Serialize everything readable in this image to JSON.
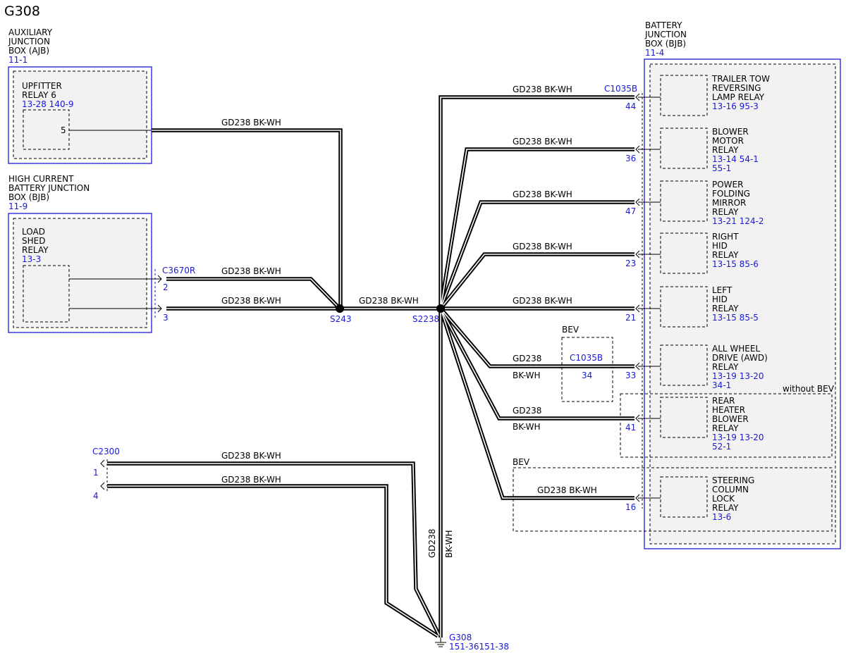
{
  "title": "G308",
  "ajb": {
    "name_lines": [
      "AUXILIARY",
      "JUNCTION",
      "BOX (AJB)"
    ],
    "ref": "11-1",
    "relay_lines": [
      "UPFITTER",
      "RELAY 6"
    ],
    "relay_ref": "13-28 140-9",
    "pin": "5"
  },
  "hcbjb": {
    "name_lines": [
      "HIGH CURRENT",
      "BATTERY JUNCTION",
      "BOX (BJB)"
    ],
    "ref": "11-9",
    "relay_lines": [
      "LOAD",
      "SHED",
      "RELAY"
    ],
    "relay_ref": "13-3",
    "connector": "C3670R",
    "pins": [
      "2",
      "3"
    ]
  },
  "bjb": {
    "name_lines": [
      "BATTERY",
      "JUNCTION",
      "BOX (BJB)"
    ],
    "ref": "11-4",
    "connector": "C1035B",
    "relays": [
      {
        "lines": [
          "TRAILER TOW",
          "REVERSING",
          "LAMP RELAY"
        ],
        "refs": [
          "13-16 95-3"
        ],
        "pin": "44"
      },
      {
        "lines": [
          "BLOWER",
          "MOTOR",
          "RELAY"
        ],
        "refs": [
          "13-14 54-1",
          "55-1"
        ],
        "pin": "36"
      },
      {
        "lines": [
          "POWER",
          "FOLDING",
          "MIRROR",
          "RELAY"
        ],
        "refs": [
          "13-21 124-2"
        ],
        "pin": "47"
      },
      {
        "lines": [
          "RIGHT",
          "HID",
          "RELAY"
        ],
        "refs": [
          "13-15 85-6"
        ],
        "pin": "23"
      },
      {
        "lines": [
          "LEFT",
          "HID",
          "RELAY"
        ],
        "refs": [
          "13-15 85-5"
        ],
        "pin": "21"
      },
      {
        "lines": [
          "ALL WHEEL",
          "DRIVE (AWD)",
          "RELAY"
        ],
        "refs": [
          "13-19 13-20",
          "34-1"
        ],
        "pin": "33"
      },
      {
        "lines": [
          "REAR",
          "HEATER",
          "BLOWER",
          "RELAY"
        ],
        "refs": [
          "13-19 13-20",
          "52-1"
        ],
        "pin": "41"
      },
      {
        "lines": [
          "STEERING",
          "COLUMN",
          "LOCK",
          "RELAY"
        ],
        "refs": [
          "13-6"
        ],
        "pin": "16"
      }
    ],
    "without_bev_label": "without BEV"
  },
  "bev_connector": {
    "label": "BEV",
    "connector": "C1035B",
    "pin": "34"
  },
  "bev_region_label": "BEV",
  "splices": {
    "s243": "S243",
    "s2238": "S2238"
  },
  "c2300": {
    "connector": "C2300",
    "pins": [
      "1",
      "4"
    ]
  },
  "ground": {
    "name": "G308",
    "refs": "151-36151-38"
  },
  "wire": {
    "circuit": "GD238",
    "color": "BK-WH"
  }
}
